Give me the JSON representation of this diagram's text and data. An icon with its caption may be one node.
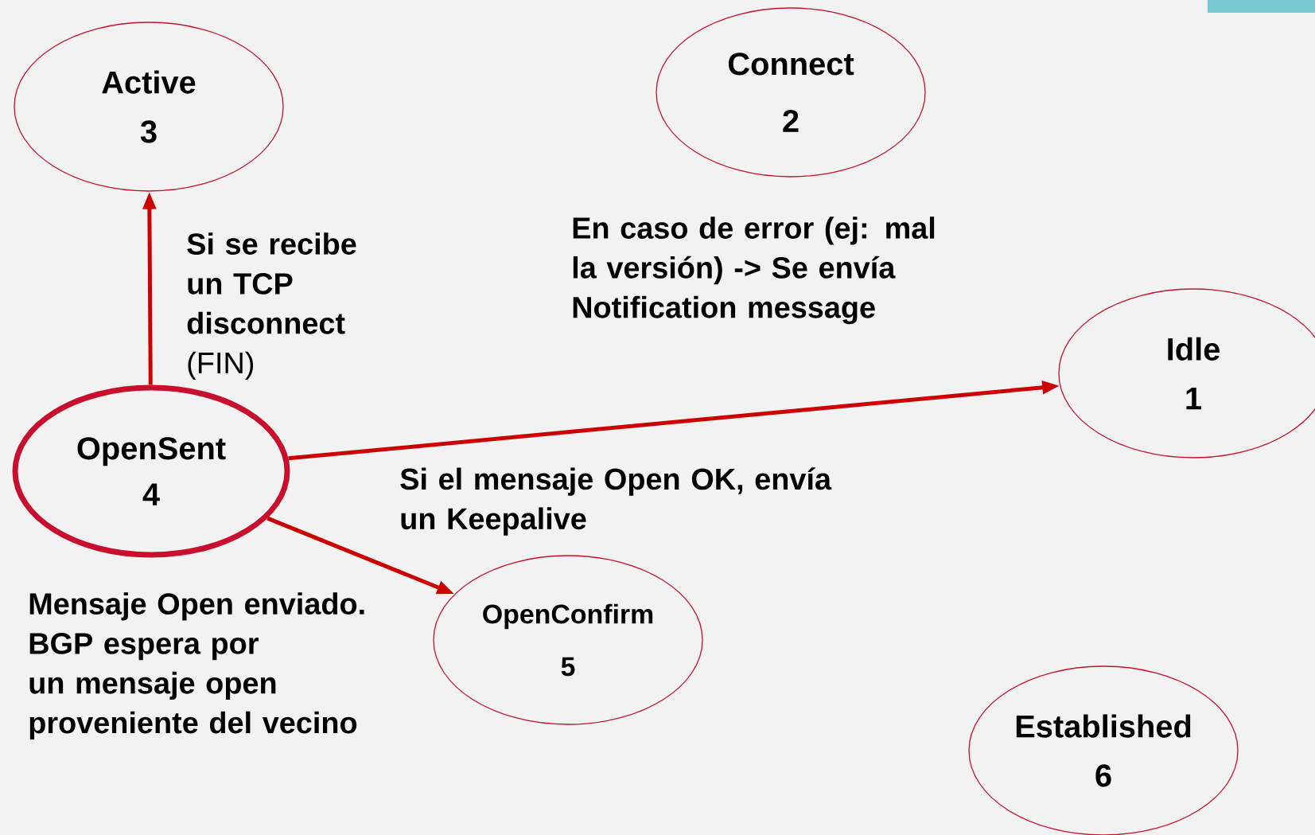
{
  "diagram": {
    "nodes": [
      {
        "text": [
          "Active",
          "3"
        ]
      },
      {
        "text": [
          "Connect",
          "2"
        ]
      },
      {
        "text": [
          "Idle",
          "1"
        ]
      },
      {
        "text": [
          "OpenSent",
          "4"
        ],
        "beside": [
          "Mensaje Open enviado. BGP espera por un mensaje open proveniente del vecino"
        ]
      },
      {
        "text": [
          "OpenConfirm",
          "5"
        ]
      },
      {
        "text": [
          "Established",
          "6"
        ]
      }
    ],
    "edges": [
      {
        "from": 3,
        "to": 0,
        "arrow": "to",
        "label": "**Si se recibe un TCP disconnect** (FIN)"
      },
      {
        "from": 3,
        "to": 2,
        "arrow": "to",
        "label": "En caso de error (ej: mal la versión) -> Se envía Notification message"
      },
      {
        "from": 3,
        "to": 4,
        "arrow": "to",
        "label": "Si el mensaje Open OK, envía un Keepalive"
      }
    ]
  }
}
